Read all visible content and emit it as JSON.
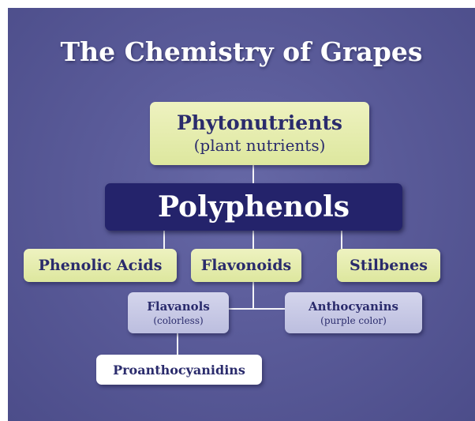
{
  "title": "The Chemistry of Grapes",
  "nodes": {
    "phytonutrients": {
      "label": "Phytonutrients",
      "sub": "(plant nutrients)"
    },
    "polyphenols": {
      "label": "Polyphenols"
    },
    "phenolic_acids": {
      "label": "Phenolic Acids"
    },
    "flavonoids": {
      "label": "Flavonoids"
    },
    "stilbenes": {
      "label": "Stilbenes"
    },
    "flavanols": {
      "label": "Flavanols",
      "sub": "(colorless)"
    },
    "anthocyanins": {
      "label": "Anthocyanins",
      "sub": "(purple color)"
    },
    "proanthocyanidins": {
      "label": "Proanthocyanidins"
    }
  },
  "colors": {
    "background": "#5a5b99",
    "node_yellow": "#dde79e",
    "node_dark": "#24236b",
    "node_lavender": "#c6c7e6",
    "node_white": "#ffffff",
    "connector": "#f4f4f8",
    "text_dark": "#2a2b6c"
  }
}
